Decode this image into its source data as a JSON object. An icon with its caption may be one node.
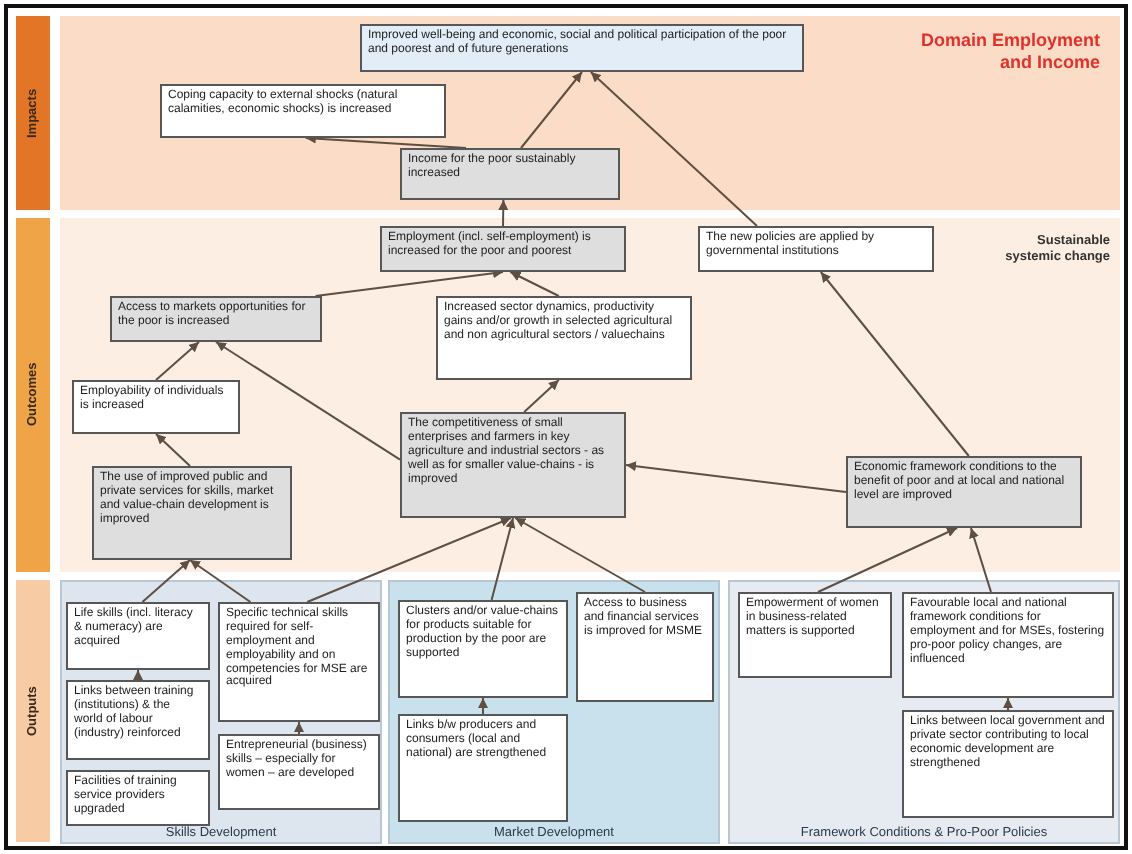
{
  "diagram": {
    "nodes": [
      {
        "text": [
          "Impacts"
        ]
      },
      {
        "text": [
          "Improved well-being and economic, social and political participation of the poor and poorest and of future generations"
        ]
      },
      {
        "text": [
          "Coping capacity to external shocks (natural calamities, economic shocks) is increased"
        ]
      },
      {
        "text": [
          "Income for the poor sustainably increased"
        ]
      },
      {
        "text": [
          "Outcomes"
        ]
      },
      {
        "text": [
          "Employment (incl. self-employment) is increased for the poor and poorest"
        ]
      },
      {
        "text": [
          "The new policies are applied by governmental institutions"
        ]
      },
      {
        "text": [
          "Access to markets opportunities for the poor is increased"
        ]
      },
      {
        "text": [
          "Increased sector dynamics, productivity gains and/or growth in selected agricultural and non agricultural sectors / valuechains"
        ]
      },
      {
        "text": [
          "Employability of individuals is increased"
        ]
      },
      {
        "text": [
          "The competitiveness of small enterprises and farmers in key agriculture and industrial sectors - as well as for smaller value-chains - is improved"
        ]
      },
      {
        "text": [
          "Economic framework conditions to the benefit of poor and at local and national level are improved"
        ]
      },
      {
        "text": [
          "The use of improved public and private services for skills, market and value-chain development is improved"
        ]
      },
      {
        "text": [
          "Outputs"
        ]
      },
      {
        "text": [
          "Skills Development"
        ]
      },
      {
        "text": [
          "Life skills (incl. literacy & numeracy) are acquired"
        ],
        "in": 14
      },
      {
        "text": [
          "Specific technical skills required for self-employment and employability and on competencies for MSE are acquired"
        ],
        "in": 14
      },
      {
        "text": [
          "Links between training (institutions) & the world of labour (industry) reinforced"
        ],
        "in": 14
      },
      {
        "text": [
          "Entrepreneurial (business) skills – especially for women – are developed"
        ],
        "in": 14
      },
      {
        "text": [
          "Facilities of training service providers upgraded"
        ],
        "in": 14
      },
      {
        "text": [
          "Market Development"
        ]
      },
      {
        "text": [
          "Clusters and/or value-chains for products suitable for production by the poor are supported"
        ],
        "in": 20
      },
      {
        "text": [
          "Access to business and financial services is improved for MSME"
        ],
        "in": 20
      },
      {
        "text": [
          "Links b/w producers and consumers (local and national) are strengthened"
        ],
        "in": 20
      },
      {
        "text": [
          "Framework Conditions & Pro-Poor Policies"
        ]
      },
      {
        "text": [
          "Empowerment of women in business-related matters is supported"
        ],
        "in": 24
      },
      {
        "text": [
          "Favourable local and national framework conditions for employment and for MSEs, fostering pro-poor policy changes, are influenced"
        ],
        "in": 24
      },
      {
        "text": [
          "Links between local government and private sector contributing to local economic development are strengthened"
        ],
        "in": 24
      }
    ],
    "edges": [
      {
        "from": 3,
        "to": 1,
        "arrow": "to"
      },
      {
        "from": 3,
        "to": 2,
        "arrow": "to"
      },
      {
        "from": 6,
        "to": 1,
        "arrow": "to"
      },
      {
        "from": 5,
        "to": 3,
        "arrow": "to"
      },
      {
        "from": 7,
        "to": 5,
        "arrow": "to"
      },
      {
        "from": 8,
        "to": 5,
        "arrow": "to"
      },
      {
        "from": 9,
        "to": 7,
        "arrow": "to"
      },
      {
        "from": 10,
        "to": 7,
        "arrow": "to"
      },
      {
        "from": 10,
        "to": 8,
        "arrow": "to"
      },
      {
        "from": 11,
        "to": 10,
        "arrow": "to"
      },
      {
        "from": 11,
        "to": 6,
        "arrow": "to"
      },
      {
        "from": 12,
        "to": 9,
        "arrow": "to"
      },
      {
        "from": 15,
        "to": 12,
        "arrow": "to"
      },
      {
        "from": 16,
        "to": 12,
        "arrow": "to"
      },
      {
        "from": 16,
        "to": 10,
        "arrow": "to"
      },
      {
        "from": 21,
        "to": 10,
        "arrow": "to"
      },
      {
        "from": 22,
        "to": 10,
        "arrow": "to"
      },
      {
        "from": 25,
        "to": 11,
        "arrow": "to"
      },
      {
        "from": 26,
        "to": 11,
        "arrow": "to"
      },
      {
        "from": 17,
        "to": 15,
        "arrow": "to"
      },
      {
        "from": 18,
        "to": 16,
        "arrow": "to"
      },
      {
        "from": 23,
        "to": 21,
        "arrow": "to"
      },
      {
        "from": 27,
        "to": 26,
        "arrow": "to"
      }
    ],
    "labels": [
      "Domain Employment and Income",
      "Sustainable systemic change"
    ]
  }
}
